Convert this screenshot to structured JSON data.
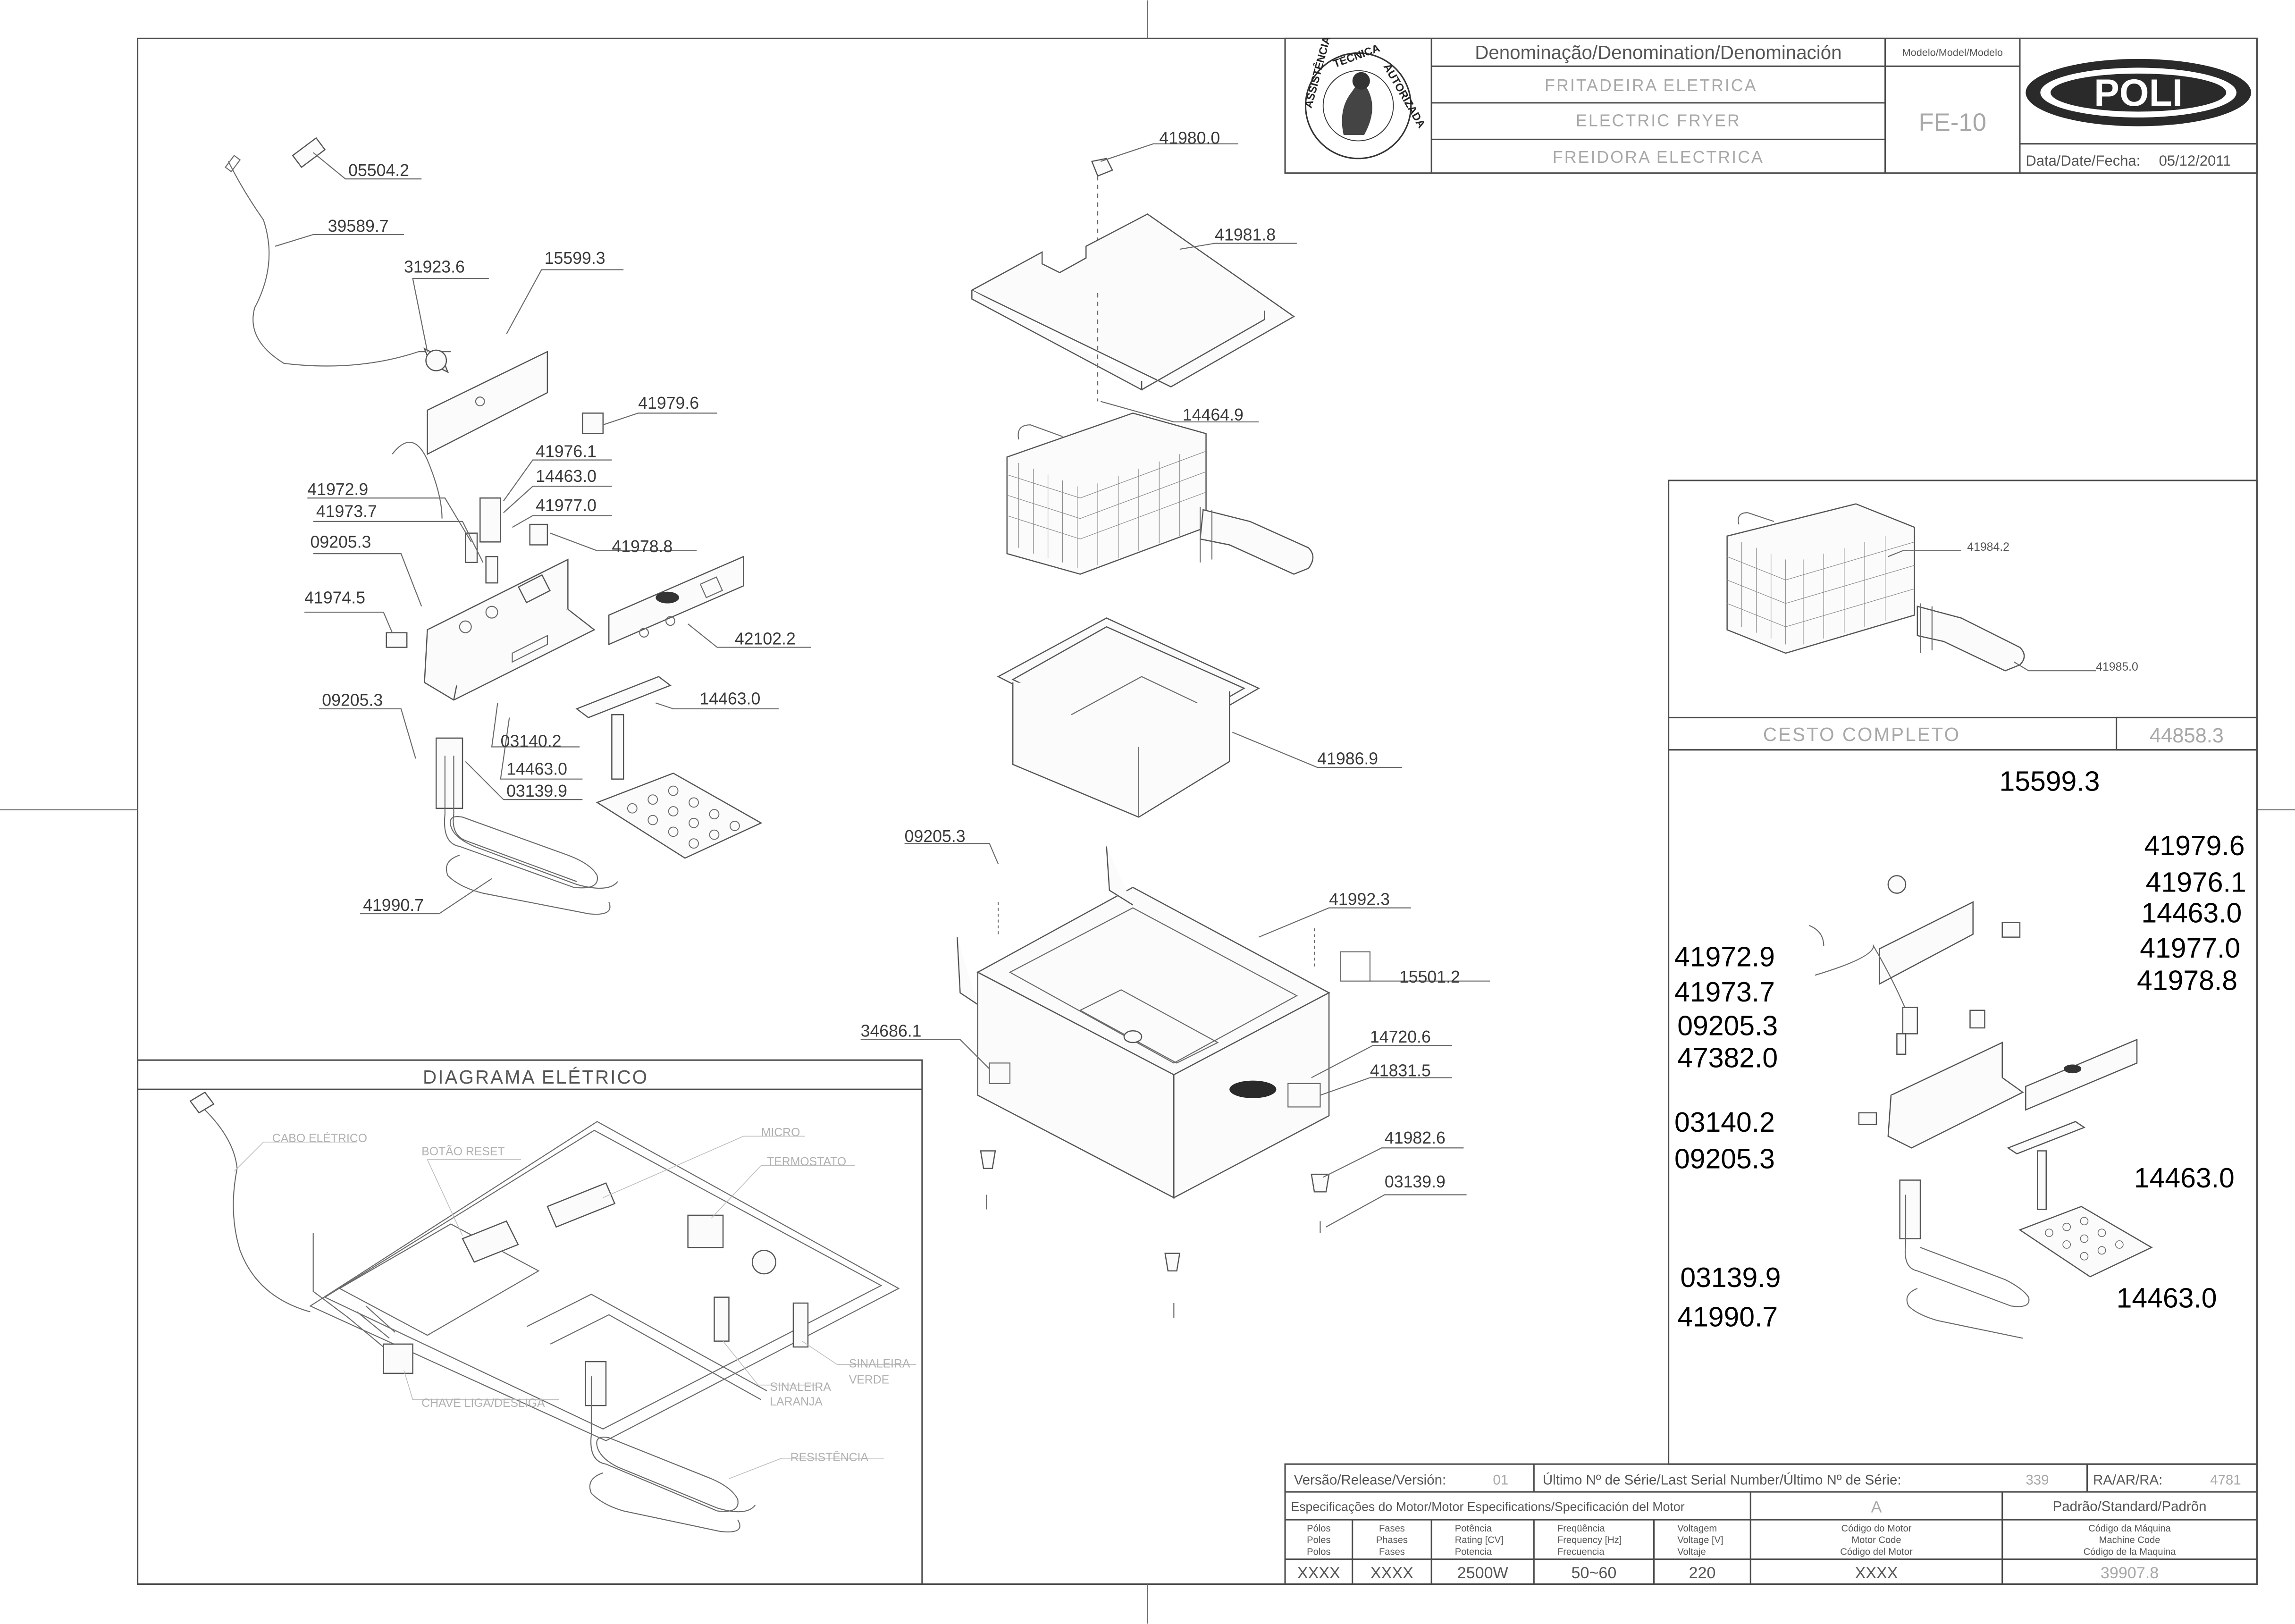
{
  "title_block": {
    "denomination_header": "Denominação/Denomination/Denominación",
    "model_header": "Modelo/Model/Modelo",
    "name_pt": "FRITADEIRA ELETRICA",
    "name_en": "ELECTRIC FRYER",
    "name_es": "FREIDORA ELECTRICA",
    "model": "FE-10",
    "brand": "POLI",
    "date_label": "Data/Date/Fecha:",
    "date": "05/12/2011",
    "seal_text": "ASSISTÊNCIA TÉCNICA AUTORIZADA"
  },
  "part_labels": {
    "p1": "05504.2",
    "p2": "39589.7",
    "p3": "31923.6",
    "p4": "15599.3",
    "p5": "41979.6",
    "p6": "41976.1",
    "p7": "14463.0",
    "p8": "41977.0",
    "p9": "41972.9",
    "p10": "41973.7",
    "p11": "41978.8",
    "p12": "09205.3",
    "p13": "41974.5",
    "p14": "42102.2",
    "p15": "09205.3",
    "p16": "14463.0",
    "p17": "03140.2",
    "p18": "14463.0",
    "p19": "03139.9",
    "p20": "41990.7",
    "p21": "41980.0",
    "p22": "41981.8",
    "p23": "14464.9",
    "p24": "41986.9",
    "p25": "09205.3",
    "p26": "41992.3",
    "p27": "15501.2",
    "p28": "34686.1",
    "p29": "14720.6",
    "p30": "41831.5",
    "p31": "41982.6",
    "p32": "03139.9"
  },
  "basket_panel": {
    "label_basket": "41984.2",
    "label_handle": "41985.0",
    "title": "CESTO COMPLETO",
    "code": "44858.3"
  },
  "detail_panel": {
    "b1": "15599.3",
    "b2": "41979.6",
    "b3": "41976.1",
    "b4": "14463.0",
    "b5": "41977.0",
    "b6": "41978.8",
    "b7": "41972.9",
    "b8": "41973.7",
    "b9": "09205.3",
    "b10": "47382.0",
    "b11": "03140.2",
    "b12": "09205.3",
    "b13": "14463.0",
    "b14": "03139.9",
    "b15": "41990.7",
    "b16": "14463.0"
  },
  "wiring": {
    "title": "DIAGRAMA ELÉTRICO",
    "cabo": "CABO ELÉTRICO",
    "botao": "BOTÃO RESET",
    "micro": "MICRO",
    "termostato": "TERMOSTATO",
    "chave": "CHAVE LIGA/DESLIGA",
    "laranja_1": "SINALEIRA",
    "laranja_2": "LARANJA",
    "verde_1": "SINALEIRA",
    "verde_2": "VERDE",
    "resistencia": "RESISTÊNCIA"
  },
  "spec_block": {
    "version_label": "Versão/Release/Versión:",
    "version": "01",
    "serial_label": "Último Nº de Série/Last Serial Number/Último Nº de Série:",
    "serial": "339",
    "ra_label": "RA/AR/RA:",
    "ra": "4781",
    "motor_label": "Especificações do Motor/Motor Especifications/Specificación del Motor",
    "motor_rev": "A",
    "standard_label": "Padrão/Standard/Padrõn",
    "col_poles": [
      "Pólos",
      "Poles",
      "Polos"
    ],
    "col_phases": [
      "Fases",
      "Phases",
      "Fases"
    ],
    "col_power": [
      "Potência",
      "Rating [CV]",
      "Potencia"
    ],
    "col_freq": [
      "Freqüência",
      "Frequency [Hz]",
      "Frecuencia"
    ],
    "col_volt": [
      "Voltagem",
      "Voltage [V]",
      "Voltaje"
    ],
    "col_motor": [
      "Código do Motor",
      "Motor Code",
      "Código del Motor"
    ],
    "col_machine": [
      "Código da Máquina",
      "Machine Code",
      "Código de la Maquina"
    ],
    "poles": "XXXX",
    "phases": "XXXX",
    "power": "2500W",
    "freq": "50~60",
    "volt": "220",
    "motor_code": "XXXX",
    "machine_code": "39907.8"
  }
}
